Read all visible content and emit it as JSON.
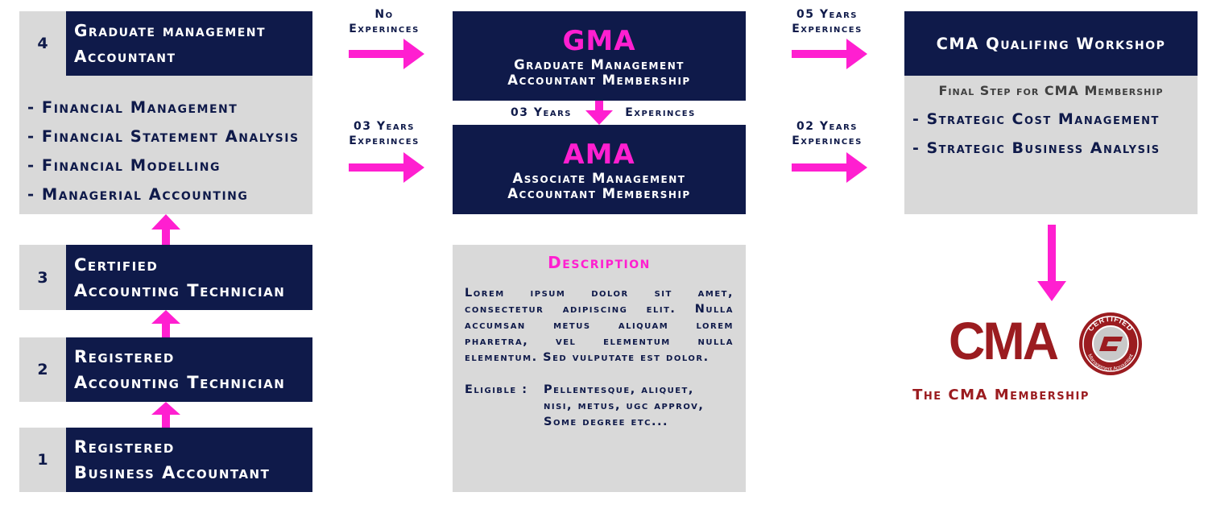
{
  "levels": {
    "l4": {
      "number": "4",
      "title_line1": "Graduate management",
      "title_line2": "Accountant",
      "subjects": [
        "- Financial Management",
        "- Financial Statement Analysis",
        "- Financial Modelling",
        "- Managerial Accounting"
      ]
    },
    "l3": {
      "number": "3",
      "title_line1": "Certified",
      "title_line2": "Accounting Technician"
    },
    "l2": {
      "number": "2",
      "title_line1": "Registered",
      "title_line2": "Accounting Technician"
    },
    "l1": {
      "number": "1",
      "title_line1": "Registered",
      "title_line2": "Business Accountant"
    }
  },
  "gma": {
    "abbr": "GMA",
    "full_line1": "Graduate Management",
    "full_line2": "Accountant Membership"
  },
  "ama": {
    "abbr": "AMA",
    "full_line1": "Associate Management",
    "full_line2": "Accountant Membership"
  },
  "labels": {
    "to_gma_line1": "No",
    "to_gma_line2": "Experinces",
    "to_ama_line1": "03 Years",
    "to_ama_line2": "Experinces",
    "gma_ama_left": "03 Years",
    "gma_ama_right": "Experinces",
    "gma_to_cma_line1": "05 Years",
    "gma_to_cma_line2": "Experinces",
    "ama_to_cma_line1": "02 Years",
    "ama_to_cma_line2": "Experinces"
  },
  "description": {
    "title": "Description",
    "body": "Lorem ipsum dolor sit amet, consectetur adipiscing elit. Nulla accumsan metus aliquam lorem pharetra, vel elementum nulla elementum. Sed vulputate est dolor.",
    "eligible_label": "Eligible :",
    "eligible_line1": "Pellentesque, aliquet,",
    "eligible_line2": "nisi, metus, ugc approv,",
    "eligible_line3": "Some degree etc..."
  },
  "workshop": {
    "title": "CMA Qualifing Workshop",
    "subtitle": "Final Step for CMA Membership",
    "subjects": [
      "- Strategic Cost Management",
      "- Strategic Business Analysis"
    ]
  },
  "logo": {
    "text": "CMA",
    "seal_top": "CERTIFIED",
    "seal_bottom": "Management Accountant",
    "caption": "The CMA Membership"
  },
  "colors": {
    "navy": "#0f1a4a",
    "grey": "#d9d9d9",
    "magenta": "#ff1fd0",
    "logo_red": "#9b1c20"
  }
}
